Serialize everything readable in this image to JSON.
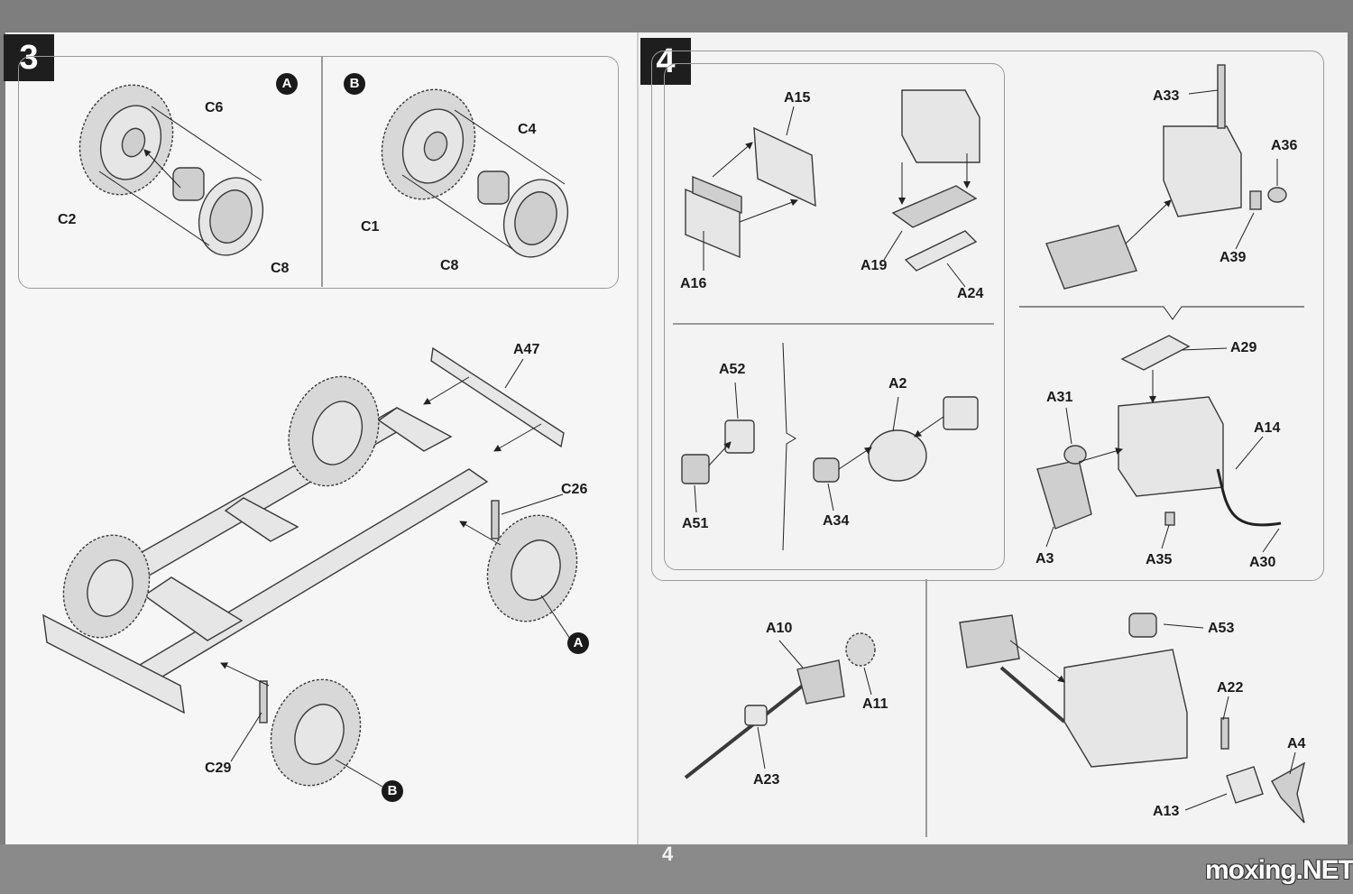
{
  "page_number": "4",
  "watermark": "moxing.NET",
  "steps": {
    "step3": {
      "number": "3",
      "subA": {
        "badge": "A",
        "labels": [
          "C6",
          "C2",
          "C8"
        ]
      },
      "subB": {
        "badge": "B",
        "labels": [
          "C4",
          "C1",
          "C8"
        ]
      },
      "chassis": {
        "labels": [
          "A47",
          "C26",
          "C29"
        ],
        "badges": [
          "A",
          "B"
        ]
      }
    },
    "step4": {
      "number": "4",
      "block": {
        "labels": [
          "A15",
          "A16",
          "A19",
          "A24",
          "A33",
          "A36",
          "A39"
        ]
      },
      "pump": {
        "labels": [
          "A52",
          "A51",
          "A2",
          "A34"
        ]
      },
      "engine": {
        "labels": [
          "A29",
          "A31",
          "A14",
          "A3",
          "A35",
          "A30"
        ]
      },
      "shaft": {
        "labels": [
          "A10",
          "A11",
          "A23"
        ]
      },
      "final": {
        "labels": [
          "A53",
          "A22",
          "A4",
          "A13"
        ]
      }
    }
  }
}
